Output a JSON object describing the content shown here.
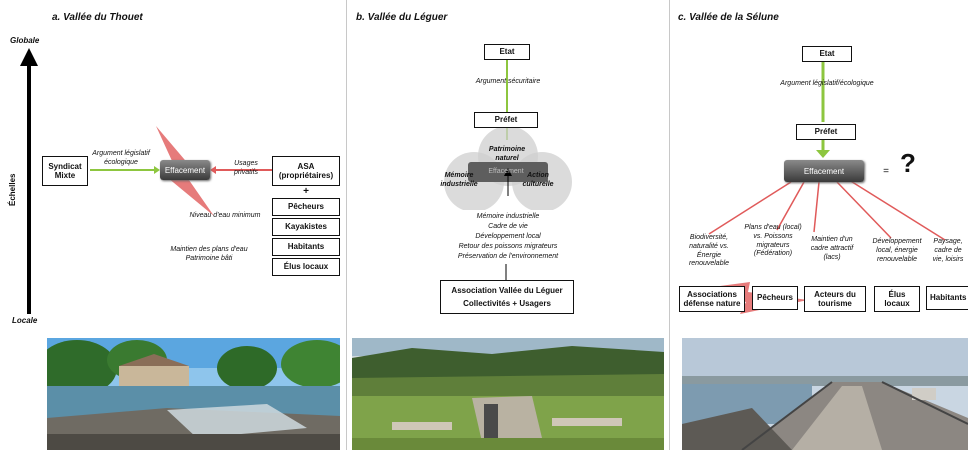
{
  "axis": {
    "top": "Globale",
    "bottom": "Locale",
    "label": "Échelles"
  },
  "panel_a": {
    "title": "a. Vallée du Thouet",
    "syndicat": "Syndicat Mixte",
    "argument": "Argument législatif écologique",
    "effacement": "Effacement",
    "usages": "Usages privatifs",
    "asa": "ASA (propriétaires)",
    "plus": "+",
    "niveau": "Niveau d'eau minimum",
    "maintien": "Maintien des plans d'eau Patrimoine bâti",
    "actors": [
      "Pêcheurs",
      "Kayakistes",
      "Habitants",
      "Élus locaux"
    ]
  },
  "panel_b": {
    "title": "b. Vallée du Léguer",
    "etat": "Etat",
    "argument": "Argument sécuritaire",
    "prefet": "Préfet",
    "circle_top": "Patrimoine naturel",
    "circle_left": "Mémoire industrielle",
    "circle_right": "Action culturelle",
    "center": "Effacement",
    "values": [
      "Mémoire industrielle",
      "Cadre de vie",
      "Développement local",
      "Retour des poissons migrateurs",
      "Préservation de l'environnement"
    ],
    "association_line1": "Association Vallée du Léguer",
    "association_line2": "Collectivités + Usagers"
  },
  "panel_c": {
    "title": "c. Vallée de la Sélune",
    "etat": "Etat",
    "argument": "Argument législatif/écologique",
    "prefet": "Préfet",
    "effacement": "Effacement",
    "equals": "=",
    "question": "?",
    "texts": [
      "Biodiversité, naturalité vs. Énergie renouvelable",
      "Plans d'eau (local) vs. Poissons migrateurs (Fédération)",
      "Maintien d'un cadre attractif (lacs)",
      "Développement local, énergie renouvelable",
      "Paysage, cadre de vie, loisirs"
    ],
    "actors": [
      "Associations défense nature",
      "Pêcheurs",
      "Acteurs du tourisme",
      "Élus locaux",
      "Habitants"
    ]
  },
  "colors": {
    "green": "#8dc63f",
    "red": "#e05a5a",
    "effacement_dark": "#3a3a3a"
  }
}
